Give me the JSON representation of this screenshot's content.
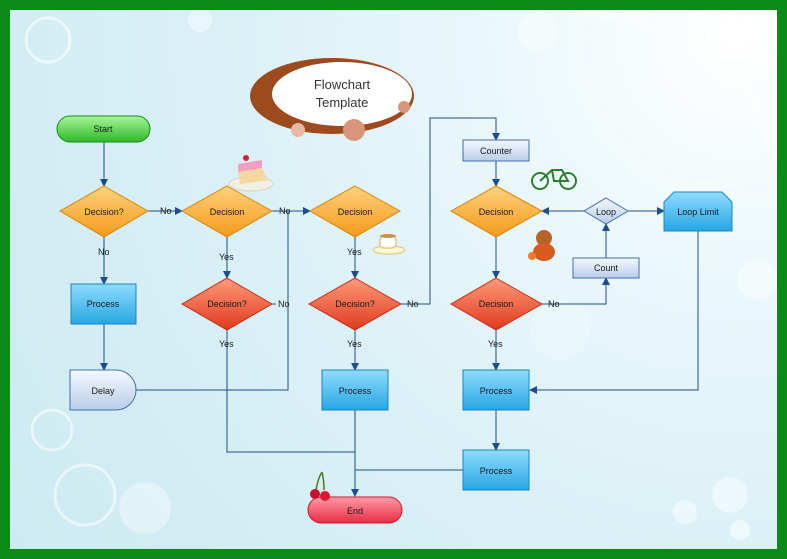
{
  "title": {
    "line1": "Flowchart",
    "line2": "Template"
  },
  "nodes": {
    "start": "Start",
    "decision1": "Decision?",
    "decision2": "Decision",
    "decision3": "Decision?",
    "decision4": "Decision",
    "decision5": "Decision?",
    "decision6": "Decision",
    "decision7": "Decision",
    "process1": "Process",
    "process2": "Process",
    "process3": "Process",
    "process4": "Process",
    "delay": "Delay",
    "end": "End",
    "counter": "Counter",
    "loop": "Loop",
    "loop_limit": "Loop Limit",
    "count": "Count"
  },
  "edge_labels": {
    "no_d1_d2": "No",
    "no_d1_down": "No",
    "no_d2_d4": "No",
    "yes_d2_down": "Yes",
    "no_d3": "No",
    "yes_d3": "Yes",
    "yes_d4": "Yes",
    "no_d5": "No",
    "yes_d5": "Yes",
    "no_d7": "No",
    "yes_d7": "Yes"
  },
  "colors": {
    "border": "#0a8a16",
    "decision_orange": "#f5a623",
    "decision_red": "#e8472a",
    "process_blue": "#3cb4ea",
    "start_green": "#3ec63a",
    "end_red": "#f0455a",
    "line": "#1f4e8c"
  }
}
